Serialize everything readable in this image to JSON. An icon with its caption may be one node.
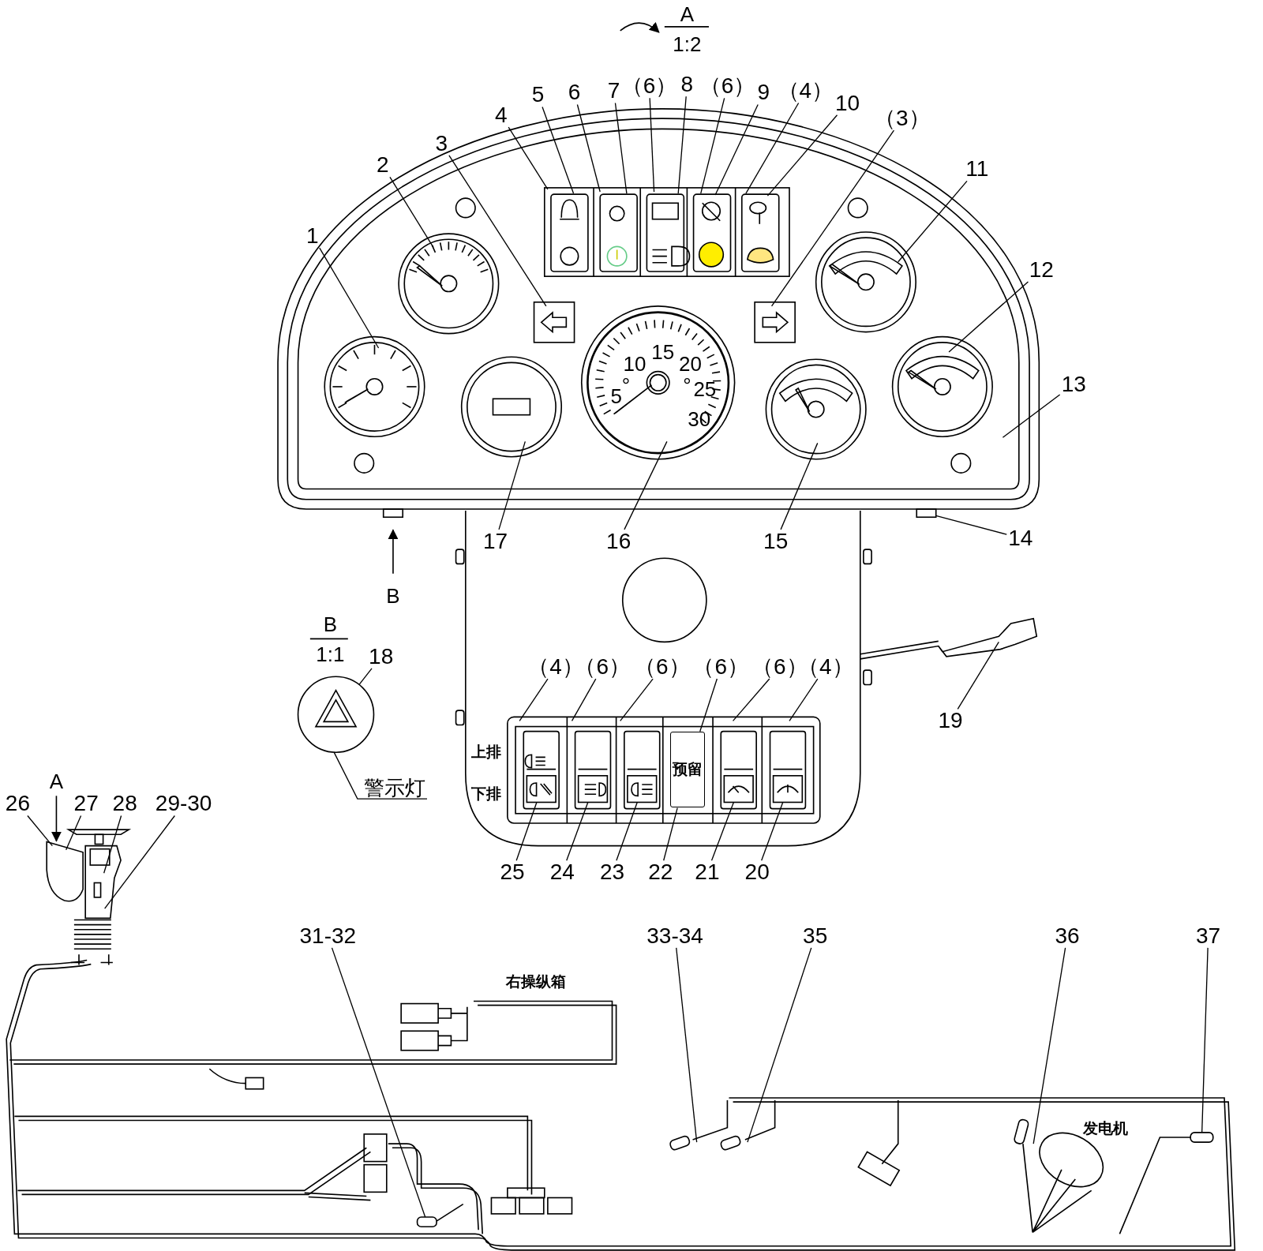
{
  "diagram": {
    "nodes": [
      {
        "text": [
          "1"
        ]
      },
      {
        "text": [
          "2"
        ]
      },
      {
        "text": [
          "3"
        ]
      },
      {
        "text": [
          "4"
        ]
      },
      {
        "text": [
          "5"
        ]
      },
      {
        "text": [
          "6"
        ]
      },
      {
        "text": [
          "7"
        ]
      },
      {
        "text": [
          "（6）"
        ]
      },
      {
        "text": [
          "8"
        ]
      },
      {
        "text": [
          "（6）"
        ]
      },
      {
        "text": [
          "9"
        ]
      },
      {
        "text": [
          "（4）"
        ]
      },
      {
        "text": [
          "10"
        ]
      },
      {
        "text": [
          "（3）"
        ]
      },
      {
        "text": [
          "11"
        ]
      },
      {
        "text": [
          "12"
        ]
      },
      {
        "text": [
          "13"
        ]
      },
      {
        "text": [
          "14"
        ]
      },
      {
        "text": [
          "15"
        ]
      },
      {
        "text": [
          "16"
        ]
      },
      {
        "text": [
          "17"
        ]
      },
      {
        "text": [
          "18"
        ]
      },
      {
        "text": [],
        "shape": "circle"
      },
      {
        "text": [
          "警示灯"
        ]
      },
      {
        "text": [
          "19"
        ]
      },
      {
        "text": [
          "（4）"
        ]
      },
      {
        "text": [
          "（6）"
        ]
      },
      {
        "text": [
          "（6）"
        ]
      },
      {
        "text": [
          "（6）"
        ]
      },
      {
        "text": [
          "（6）"
        ]
      },
      {
        "text": [
          "（4）"
        ]
      },
      {
        "text": [
          "25"
        ]
      },
      {
        "text": [
          "24"
        ]
      },
      {
        "text": [
          "23"
        ]
      },
      {
        "text": [
          "22"
        ]
      },
      {
        "text": [
          "21"
        ]
      },
      {
        "text": [
          "20"
        ]
      },
      {
        "text": [
          "26"
        ]
      },
      {
        "text": [
          "27"
        ]
      },
      {
        "text": [
          "28"
        ]
      },
      {
        "text": [
          "29-30"
        ]
      },
      {
        "text": [
          "31-32"
        ]
      },
      {
        "text": [
          "33-34"
        ]
      },
      {
        "text": [
          "35"
        ]
      },
      {
        "text": [
          "36"
        ]
      },
      {
        "text": [
          "37"
        ]
      },
      {
        "text": [
          "预留"
        ]
      },
      {
        "text": [],
        "shape": "box"
      },
      {
        "text": [],
        "shape": "box"
      },
      {
        "text": [],
        "shape": "box"
      },
      {
        "text": [],
        "shape": "box"
      },
      {
        "text": [],
        "shape": "box"
      },
      {
        "text": [],
        "shape": "box"
      },
      {
        "text": [],
        "shape": "box"
      },
      {
        "text": [],
        "shape": "box"
      }
    ],
    "edges": [
      {
        "from": 0,
        "to": null,
        "arrow": "none"
      },
      {
        "from": 1,
        "to": null,
        "arrow": "none"
      },
      {
        "from": 2,
        "to": null,
        "arrow": "none"
      },
      {
        "from": 3,
        "to": null,
        "arrow": "none"
      },
      {
        "from": 4,
        "to": null,
        "arrow": "none"
      },
      {
        "from": 5,
        "to": null,
        "arrow": "none"
      },
      {
        "from": 6,
        "to": null,
        "arrow": "none"
      },
      {
        "from": 7,
        "to": null,
        "arrow": "none"
      },
      {
        "from": 8,
        "to": null,
        "arrow": "none"
      },
      {
        "from": 9,
        "to": null,
        "arrow": "none"
      },
      {
        "from": 10,
        "to": null,
        "arrow": "none"
      },
      {
        "from": 11,
        "to": null,
        "arrow": "none"
      },
      {
        "from": 12,
        "to": null,
        "arrow": "none"
      },
      {
        "from": 13,
        "to": null,
        "arrow": "none"
      },
      {
        "from": 14,
        "to": null,
        "arrow": "none"
      },
      {
        "from": 15,
        "to": null,
        "arrow": "none"
      },
      {
        "from": 16,
        "to": null,
        "arrow": "none"
      },
      {
        "from": 17,
        "to": 47,
        "arrow": "none"
      },
      {
        "from": 18,
        "to": null,
        "arrow": "none"
      },
      {
        "from": 19,
        "to": null,
        "arrow": "none"
      },
      {
        "from": 20,
        "to": null,
        "arrow": "none"
      },
      {
        "from": 21,
        "to": 22,
        "arrow": "none"
      },
      {
        "from": 23,
        "to": 22,
        "arrow": "none"
      },
      {
        "from": 24,
        "to": null,
        "arrow": "none"
      },
      {
        "from": 25,
        "to": null,
        "arrow": "none"
      },
      {
        "from": 26,
        "to": null,
        "arrow": "none"
      },
      {
        "from": 27,
        "to": null,
        "arrow": "none"
      },
      {
        "from": 28,
        "to": 46,
        "arrow": "none"
      },
      {
        "from": 29,
        "to": null,
        "arrow": "none"
      },
      {
        "from": 30,
        "to": null,
        "arrow": "none"
      },
      {
        "from": 31,
        "to": 48,
        "arrow": "none"
      },
      {
        "from": 32,
        "to": 49,
        "arrow": "none"
      },
      {
        "from": 33,
        "to": 50,
        "arrow": "none"
      },
      {
        "from": 34,
        "to": 46,
        "arrow": "none"
      },
      {
        "from": 35,
        "to": 51,
        "arrow": "none"
      },
      {
        "from": 36,
        "to": 52,
        "arrow": "none"
      },
      {
        "from": 37,
        "to": null,
        "arrow": "none"
      },
      {
        "from": 38,
        "to": null,
        "arrow": "none"
      },
      {
        "from": 39,
        "to": null,
        "arrow": "none"
      },
      {
        "from": 40,
        "to": null,
        "arrow": "none"
      },
      {
        "from": 41,
        "to": 53,
        "arrow": "none"
      },
      {
        "from": 42,
        "to": null,
        "arrow": "none"
      },
      {
        "from": 43,
        "to": null,
        "arrow": "none"
      },
      {
        "from": 44,
        "to": null,
        "arrow": "none"
      },
      {
        "from": 45,
        "to": 54,
        "arrow": "none"
      }
    ],
    "labels": [
      "A",
      "1:2",
      "5",
      "10",
      "15",
      "20",
      "°",
      "°",
      "25",
      "30",
      "B",
      "B",
      "1:1",
      "上排",
      "下排",
      "A",
      "右操纵箱",
      "发电机"
    ]
  }
}
